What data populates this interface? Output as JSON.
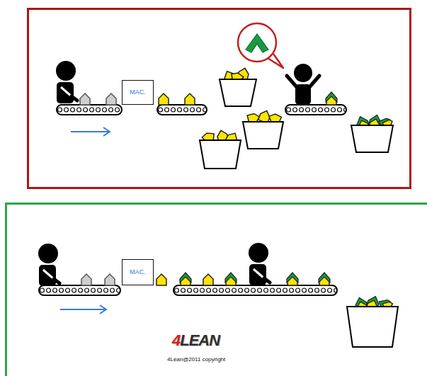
{
  "diagram": {
    "nodes": [
      {
        "text": [
          "MAC."
        ]
      },
      {
        "text": [
          "MAC."
        ]
      }
    ],
    "labels": [
      "4LEAN",
      "4Lean@2011 copyright"
    ]
  }
}
